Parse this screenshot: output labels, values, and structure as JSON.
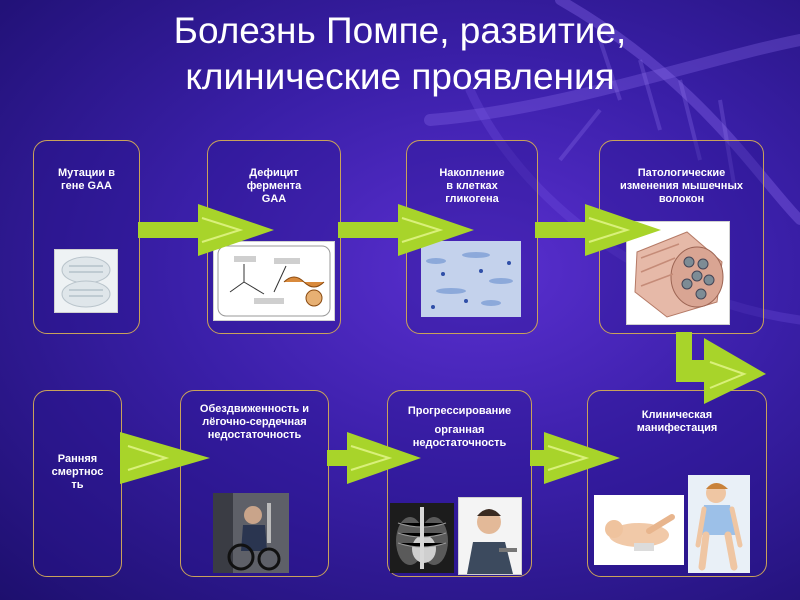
{
  "title": {
    "line1": "Болезнь Помпе, развитие,",
    "line2": "клинические проявления"
  },
  "colors": {
    "background": "#3a1fa8",
    "box_border": "#c9a25a",
    "arrow": "#a8d42a",
    "text": "#ffffff"
  },
  "boxes": {
    "mutations": {
      "line1": "Мутации в",
      "line2": "гене GAA"
    },
    "deficit": {
      "line1": "Дефицит",
      "line2": "фермента",
      "line3": "GAA"
    },
    "accumulation": {
      "line1": "Накопление",
      "line2": "в клетках",
      "line3": "гликогена"
    },
    "pathology": {
      "line1": "Патологические",
      "line2": "изменения мышечных",
      "line3": "волокон"
    },
    "manifestation": {
      "line1": "Клиническая",
      "line2": "манифестация"
    },
    "progression": {
      "line1": "Прогрессирование",
      "line2": "органная",
      "line3": "недостаточность"
    },
    "immobility": {
      "line1": "Обездвиженность и",
      "line2": "лёгочно-сердечная",
      "line3": "недостаточность"
    },
    "death": {
      "line1": "Ранняя",
      "line2": "смертнос",
      "line3": "ть"
    }
  },
  "images": {
    "gel": "gel-image",
    "pathway": "pathway-diagram-image",
    "histology": "histology-image",
    "muscle": "muscle-fiber-image",
    "infant": "infant-image",
    "child": "child-image",
    "xray": "chest-xray-image",
    "patient": "patient-image",
    "wheelchair": "wheelchair-patient-image"
  }
}
